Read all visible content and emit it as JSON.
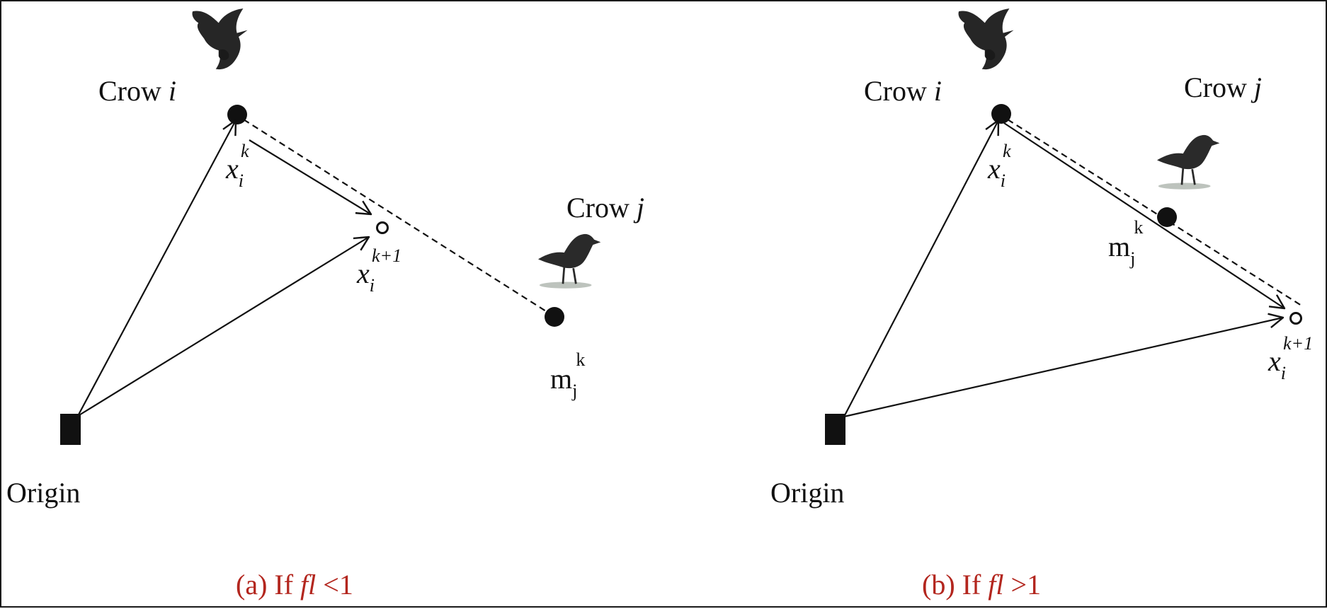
{
  "panel_a": {
    "crow_i_label": "Crow",
    "crow_i_italic": "i",
    "crow_j_label": "Crow",
    "crow_j_italic": "j",
    "pos_current": {
      "base": "x",
      "sub": "i",
      "sup": "k"
    },
    "pos_next": {
      "base": "x",
      "sub": "i",
      "sup": "k+1"
    },
    "memory": {
      "base": "m",
      "sub": "j",
      "sup": "k"
    },
    "origin_label": "Origin",
    "caption": {
      "prefix": "(a) If ",
      "symbol": "fl",
      "suffix": " <1"
    }
  },
  "panel_b": {
    "crow_i_label": "Crow",
    "crow_i_italic": "i",
    "crow_j_label": "Crow",
    "crow_j_italic": "j",
    "pos_current": {
      "base": "x",
      "sub": "i",
      "sup": "k"
    },
    "pos_next": {
      "base": "x",
      "sub": "i",
      "sup": "k+1"
    },
    "memory": {
      "base": "m",
      "sub": "j",
      "sup": "k"
    },
    "origin_label": "Origin",
    "caption": {
      "prefix": "(b) If ",
      "symbol": "fl",
      "suffix": " >1"
    }
  },
  "colors": {
    "caption": "#b3261e",
    "ink": "#111111"
  },
  "icons": [
    "crow-flying-icon",
    "crow-standing-icon",
    "origin-square-icon"
  ]
}
